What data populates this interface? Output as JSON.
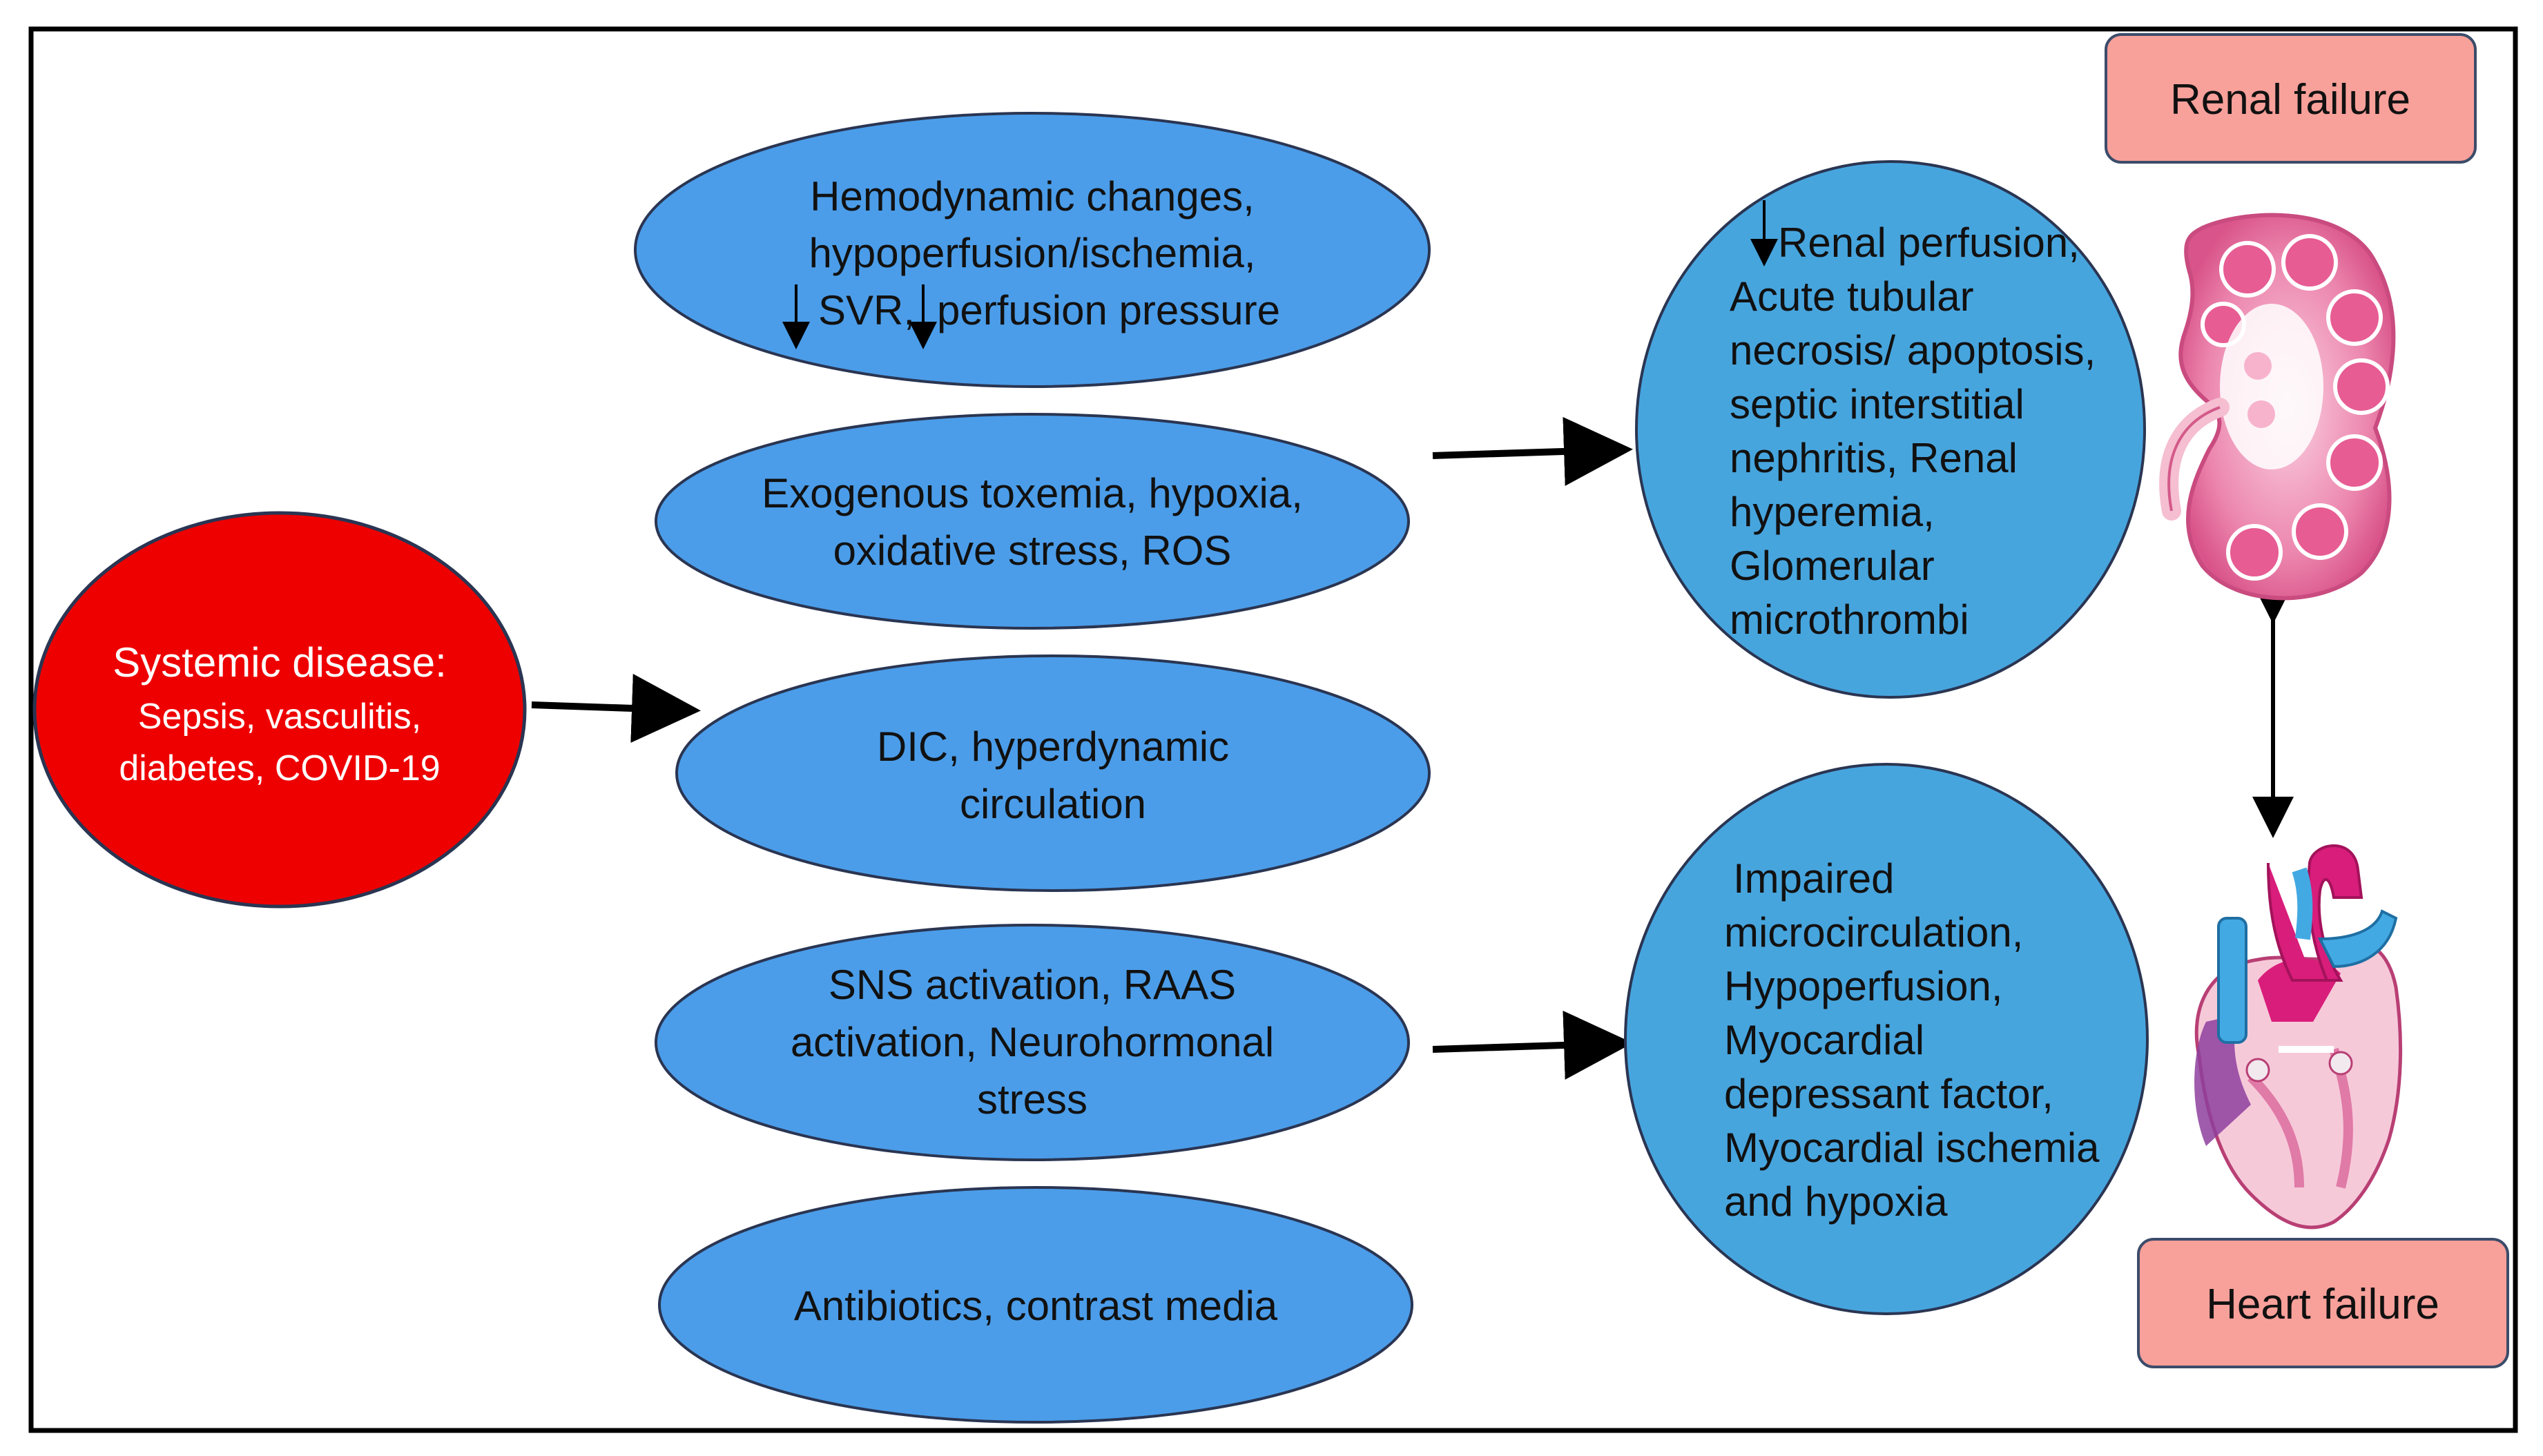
{
  "source": {
    "title": "Systemic disease:",
    "lines": [
      "Sepsis, vasculitis,",
      "diabetes, COVID-19"
    ]
  },
  "mechanisms": [
    {
      "lines": [
        "Hemodynamic changes,",
        "hypoperfusion/ischemia,",
        "SVR,",
        "perfusion pressure"
      ]
    },
    {
      "lines": [
        "Exogenous toxemia, hypoxia,",
        "oxidative stress, ROS"
      ]
    },
    {
      "lines": [
        "DIC, hyperdynamic",
        "circulation"
      ]
    },
    {
      "lines": [
        "SNS activation, RAAS",
        "activation, Neurohormonal",
        "stress"
      ]
    },
    {
      "lines": [
        "Antibiotics, contrast media"
      ]
    }
  ],
  "renal_effects": {
    "lines": [
      "Renal perfusion,",
      "Acute tubular",
      "necrosis/ apoptosis,",
      "septic interstitial",
      "nephritis, Renal",
      "hyperemia,",
      "Glomerular",
      "microthrombi"
    ]
  },
  "cardiac_effects": {
    "lines": [
      "Impaired",
      "microcirculation,",
      "Hypoperfusion,",
      "Myocardial",
      "depressant factor,",
      "Myocardial ischemia",
      "and hypoxia"
    ]
  },
  "outcomes": {
    "renal": "Renal failure",
    "heart": "Heart failure"
  },
  "colors": {
    "source_fill": "#ee0000",
    "mechanism_fill": "#4b9de9",
    "effect_fill": "#47a5de",
    "outcome_fill": "#f8a09a",
    "kidney_pink": "#e8719a",
    "heart_magenta": "#d91d7a",
    "vessel_blue": "#43a9e3"
  },
  "icons": [
    "kidney-illustration",
    "heart-illustration",
    "down-arrow-icon",
    "right-arrow-icon",
    "double-arrow-icon"
  ]
}
